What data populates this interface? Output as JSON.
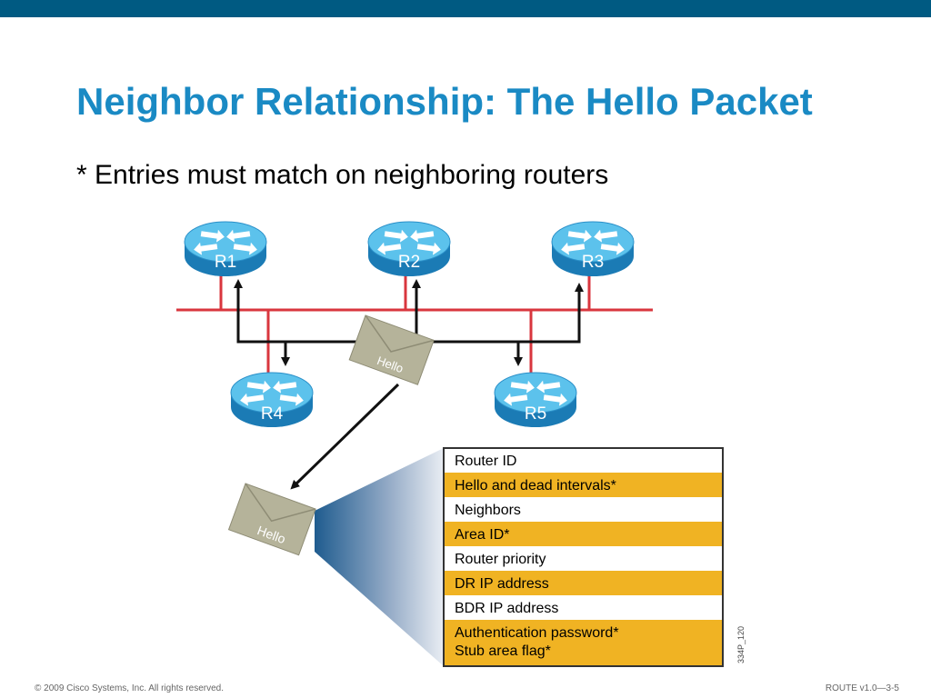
{
  "slide": {
    "title": "Neighbor Relationship: The Hello Packet",
    "bullet": "* Entries must match on neighboring routers"
  },
  "diagram": {
    "routers": [
      {
        "id": "r1",
        "label": "R1"
      },
      {
        "id": "r2",
        "label": "R2"
      },
      {
        "id": "r3",
        "label": "R3"
      },
      {
        "id": "r4",
        "label": "R4"
      },
      {
        "id": "r5",
        "label": "R5"
      }
    ],
    "envelope_label": "Hello",
    "fields": [
      {
        "label": "Router ID",
        "must_match": false
      },
      {
        "label": "Hello and dead intervals*",
        "must_match": true
      },
      {
        "label": "Neighbors",
        "must_match": false
      },
      {
        "label": "Area ID*",
        "must_match": true
      },
      {
        "label": "Router priority",
        "must_match": false
      },
      {
        "label": "DR IP address",
        "must_match": false
      },
      {
        "label": "BDR IP address",
        "must_match": false
      },
      {
        "label": "Authentication password*",
        "label2": "Stub area flag*",
        "must_match": true
      }
    ],
    "figure_code": "334P_120"
  },
  "footer": {
    "copyright": "© 2009 Cisco Systems, Inc. All rights reserved.",
    "course": "ROUTE v1.0—3-5"
  },
  "colors": {
    "topbar": "#005a82",
    "title": "#1a8ac4",
    "lan_line": "#d9363e",
    "highlight_row": "#f0b323",
    "router_top": "#5cc2ec",
    "router_side": "#1b7bb5",
    "envelope": "#b5b39a"
  }
}
